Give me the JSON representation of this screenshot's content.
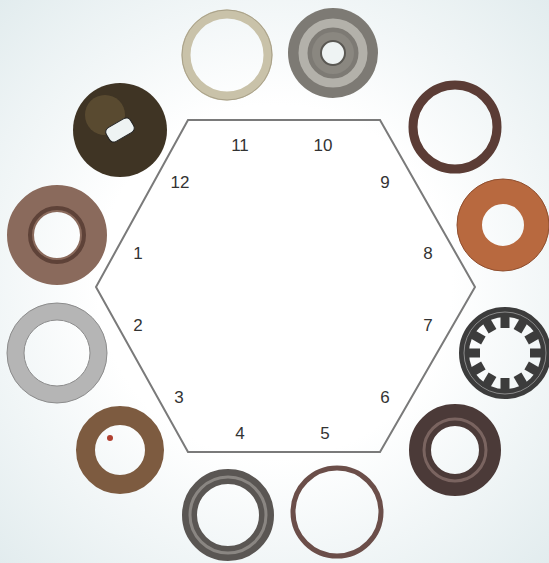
{
  "diagram": {
    "labels": [
      "11",
      "10",
      "12",
      "9",
      "1",
      "8",
      "2",
      "7",
      "3",
      "6",
      "4",
      "5"
    ]
  }
}
